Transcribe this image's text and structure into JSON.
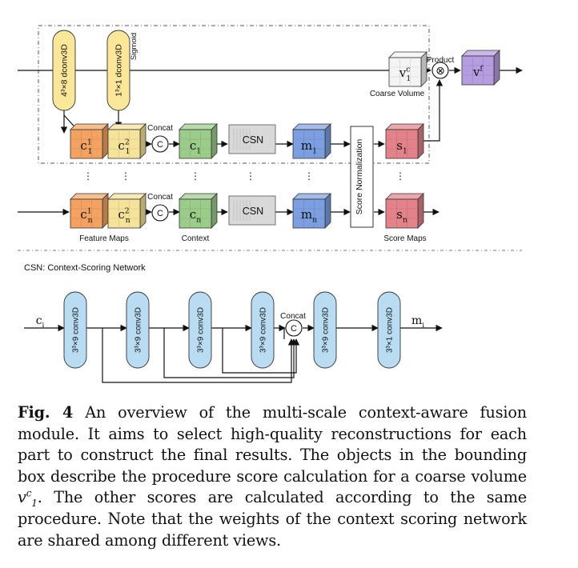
{
  "top": {
    "deconv_labels": [
      "4³×8 dconv3D",
      "1³×1 dconv3D"
    ],
    "sigmoid": "Sigmoid",
    "concat": "Concat",
    "concat_symbol": "C",
    "product": "Product",
    "product_symbol": "⊗",
    "csn": "CSN",
    "score_normalization": "Score Normalization",
    "coarse_volume_label": "Coarse Volume",
    "cube_labels": {
      "c_base": "c",
      "sup1": "1",
      "sup2": "2",
      "sub1": "1",
      "subn": "n",
      "m": "m",
      "s": "s",
      "v": "v",
      "v_sup_c": "c",
      "v_sup_f": "f"
    },
    "ellipsis": "⋮",
    "bottom_labels": [
      "Feature Maps",
      "Context",
      "Score Maps"
    ],
    "colors": {
      "feature_orange": "#f4a261",
      "feature_yellow": "#f6e39a",
      "context_green": "#9ccc8a",
      "csn_gray": "#d9d9d9",
      "m_blue": "#7b9fe0",
      "s_red": "#e38289",
      "vf_purple": "#b59de0",
      "coarse_white": "#f4f4f4",
      "deconv_yellow": "#fbe79a"
    }
  },
  "csn": {
    "title": "CSN: Context-Scoring Network",
    "input": "c",
    "input_sub": "i",
    "output": "m",
    "output_sub": "i",
    "concat": "Concat",
    "concat_symbol": "C",
    "layers": [
      "3³×9 conv3D",
      "3³×9 conv3D",
      "3³×9 conv3D",
      "3³×9 conv3D",
      "3³×9 conv3D",
      "3³×1 conv3D"
    ],
    "layer_color": "#b9dcf2"
  },
  "caption": {
    "label": "Fig. 4",
    "text_1": " An overview of the multi-scale context-aware fusion module. It aims to select high-quality reconstructions for each part to construct the final results. The objects in the bounding box describe the procedure score calculation for a coarse volume ",
    "math_base": "v",
    "math_sub": "1",
    "math_sup": "c",
    "text_2": ". The other scores are calculated according to the same procedure. Note that the weights of the context scoring network are shared among different views."
  }
}
